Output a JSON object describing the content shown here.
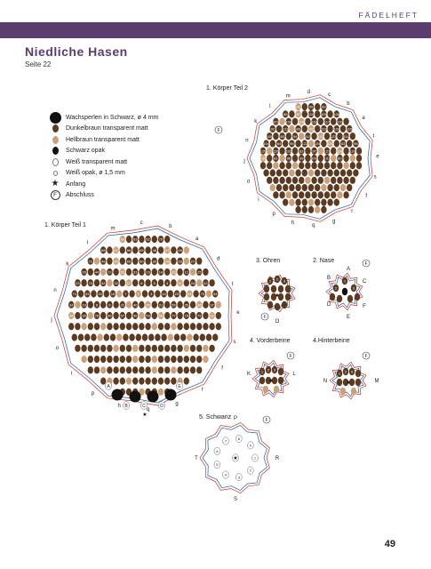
{
  "header": {
    "section": "FÄDELHEFT"
  },
  "title": "Niedliche Hasen",
  "subtitle": "Seite 22",
  "legend": [
    {
      "icon": "wax-pearl-black-4mm-icon",
      "label": "Wachsperlen in Schwarz, ø 4 mm"
    },
    {
      "icon": "dark-brown-bead-icon",
      "label": "Dunkelbraun transparent matt"
    },
    {
      "icon": "light-brown-bead-icon",
      "label": "Hellbraun transparent matt"
    },
    {
      "icon": "black-opaque-bead-icon",
      "label": "Schwarz opak"
    },
    {
      "icon": "white-transparent-bead-icon",
      "label": "Weiß transparent matt"
    },
    {
      "icon": "white-opaque-small-bead-icon",
      "label": "Weiß opak, ø 1,5 mm"
    },
    {
      "icon": "star-icon",
      "label": "Anfang"
    },
    {
      "icon": "circled-f-icon",
      "label": "Abschluss"
    }
  ],
  "colors": {
    "accent": "#5a3d6e",
    "dark_brown": "#5b3a22",
    "light_brown": "#c9a27c",
    "black": "#111111",
    "red_thread": "#c0392b",
    "blue_thread": "#2c5aa0"
  },
  "sections": {
    "body_part_2": {
      "label": "1. Körper Teil 2",
      "letters": [
        "m",
        "l",
        "k",
        "n",
        "j",
        "o",
        "i",
        "p",
        "h",
        "q",
        "g",
        "r",
        "f",
        "s",
        "e",
        "t",
        "a",
        "b",
        "c",
        "d"
      ],
      "numbers": [
        "91",
        "90",
        "89",
        "88",
        "87",
        "110",
        "109",
        "108",
        "107",
        "106",
        "119",
        "118",
        "117",
        "116",
        "92",
        "111",
        "86",
        "93",
        "112",
        "120",
        "115",
        "105",
        "85",
        "94",
        "113",
        "121",
        "123",
        "114",
        "104",
        "84",
        "95",
        "122",
        "124",
        "103",
        "83",
        "96",
        "125",
        "126",
        "102",
        "82",
        "97",
        "127",
        "128",
        "129",
        "130",
        "81",
        "98",
        "99",
        "100",
        "101",
        "80"
      ],
      "f_label": "F"
    },
    "body_part_1": {
      "label": "1. Körper Teil 1",
      "letters": [
        "m",
        "l",
        "k",
        "n",
        "j",
        "o",
        "i",
        "p",
        "h",
        "q",
        "g",
        "r",
        "f",
        "s",
        "e",
        "t",
        "d",
        "a",
        "b",
        "c",
        "A",
        "B",
        "C",
        "D",
        "E"
      ],
      "numbers": [
        "64",
        "63",
        "62",
        "70",
        "68",
        "67",
        "66",
        "69",
        "48",
        "47",
        "46",
        "71",
        "49",
        "45",
        "65",
        "50",
        "30",
        "29",
        "28",
        "27",
        "26",
        "44",
        "72",
        "51",
        "31",
        "16",
        "14",
        "13",
        "12",
        "25",
        "43",
        "73",
        "52",
        "32",
        "17",
        "6",
        "5",
        "4",
        "11",
        "24",
        "42",
        "74",
        "53",
        "33",
        "18",
        "7",
        "1",
        "3",
        "10",
        "23",
        "41",
        "75",
        "54",
        "34",
        "19",
        "8",
        "9",
        "22",
        "40",
        "20",
        "21",
        "55",
        "35",
        "36",
        "37",
        "38",
        "39",
        "76",
        "56",
        "57",
        "58",
        "59",
        "60",
        "77",
        "78",
        "79",
        "61"
      ]
    },
    "ears": {
      "label": "3. Ohren",
      "numbers": [
        "1",
        "2",
        "3"
      ],
      "letters": [
        "O"
      ],
      "f_label": "F"
    },
    "nose": {
      "label": "2. Nase",
      "letters": [
        "A",
        "B",
        "C",
        "D",
        "E",
        "F"
      ],
      "numbers": [
        "1",
        "2",
        "3",
        "4",
        "5"
      ],
      "f_label": "F"
    },
    "front_legs": {
      "label": "4. Vorderbeine",
      "letters": [
        "K",
        "L"
      ],
      "numbers": [
        "1",
        "2",
        "3"
      ],
      "f_label": "F"
    },
    "hind_legs": {
      "label": "4.Hinterbeine",
      "letters": [
        "N",
        "M"
      ],
      "numbers": [
        "1",
        "2",
        "3"
      ],
      "f_label": "F"
    },
    "tail": {
      "label": "5. Schwanz",
      "letters": [
        "P",
        "T",
        "R",
        "S"
      ],
      "numbers": [
        "1",
        "2",
        "3",
        "4",
        "5",
        "6",
        "7",
        "8",
        "9"
      ],
      "f_label": "F"
    }
  },
  "page_number": "49"
}
